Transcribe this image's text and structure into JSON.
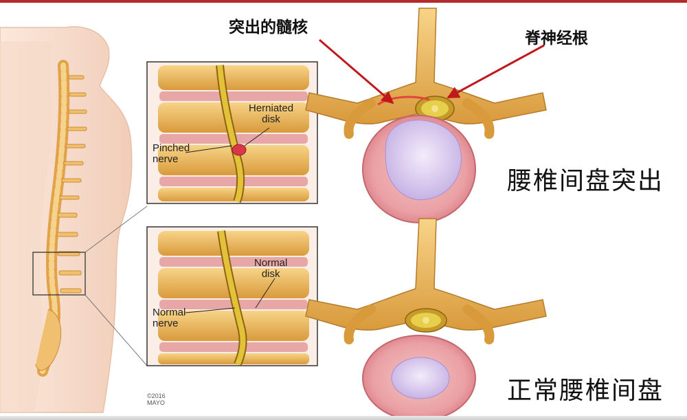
{
  "labels": {
    "herniated_nucleus": "突出的髓核",
    "nerve_root": "脊神经根",
    "herniated_disc_title": "腰椎间盘突出",
    "normal_disc_title": "正常腰椎间盘"
  },
  "inset_top": {
    "herniated_disk_line1": "Herniated",
    "herniated_disk_line2": "disk",
    "pinched_nerve_line1": "Pinched",
    "pinched_nerve_line2": "nerve"
  },
  "inset_bottom": {
    "normal_disk_line1": "Normal",
    "normal_disk_line2": "disk",
    "normal_nerve_line1": "Normal",
    "normal_nerve_line2": "nerve"
  },
  "copyright": {
    "line1": "©2016",
    "line2": "MAYO"
  },
  "colors": {
    "accent_bar": "#b42a2a",
    "arrow": "#c0191d",
    "bone": "#e9b25a",
    "disc": "#e9a2a6",
    "nucleus": "#d8c8ee",
    "skin": "#f6dccd"
  }
}
